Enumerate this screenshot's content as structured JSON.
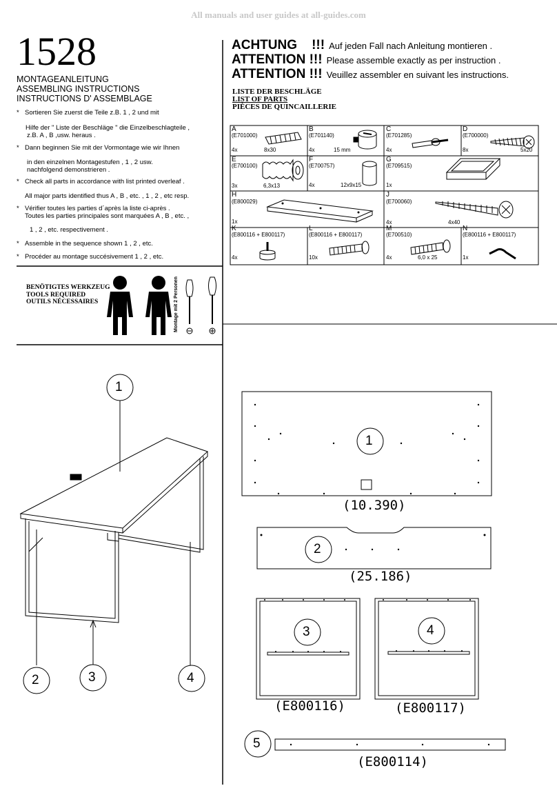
{
  "watermark": "All manuals and user guides at all-guides.com",
  "model": "1528",
  "titles": [
    "MONTAGEANLEITUNG",
    "ASSEMBLING INSTRUCTIONS",
    "INSTRUCTIONS D' ASSEMBLAGE"
  ],
  "instructions": [
    {
      "star": true,
      "text": "Sortieren Sie zuerst die Teile z.B.   1   ,   2   und mit"
    },
    {
      "star": false,
      "text": "Hilfe der \" Liste der Beschläge \" die Einzelbeschlagteile ,"
    },
    {
      "star": false,
      "text": "z.B. A , B ,usw. heraus ."
    },
    {
      "star": true,
      "text": "Dann beginnen Sie mit der Vormontage wie wir Ihnen"
    },
    {
      "star": false,
      "text": "in den einzelnen Montagestufen  ,   1  ,   2   usw."
    },
    {
      "star": false,
      "text": "nachfolgend demonstrieren ."
    },
    {
      "star": true,
      "text": "Check all parts in accordance with list printed overleaf ."
    },
    {
      "star": false,
      "text": "All major parts identified thus A , B , etc. ,  1   ,  2  , etc resp."
    },
    {
      "star": true,
      "text": "Vérifier toutes les parties d´après la liste ci-après ."
    },
    {
      "star": false,
      "text": "Toutes les parties principales sont marquées A , B , etc. ,"
    },
    {
      "star": false,
      "text": "1   ,  2   , etc. respectivement ."
    },
    {
      "star": true,
      "text": "Assemble in the sequence shown   1   ,  2   , etc."
    },
    {
      "star": true,
      "text": "Procéder au montage succésivement  1   ,  2  , etc."
    }
  ],
  "warnings": [
    {
      "word": "ACHTUNG    !!!",
      "text": "Auf jeden Fall nach Anleitung montieren ."
    },
    {
      "word": "ATTENTION !!!",
      "text": "Please assemble exactly as per instruction ."
    },
    {
      "word": "ATTENTION !!!",
      "text": "Veuillez assembler en suivant les instructions."
    }
  ],
  "parts_list_title": [
    "LISTE DER BESCHLÄGE",
    "LIST OF PARTS",
    "PIÈCES DE QUINCAILLERIE"
  ],
  "parts": [
    {
      "letter": "A",
      "code": "(E701000)",
      "qty": "4x",
      "size": "8x30"
    },
    {
      "letter": "B",
      "code": "(E701140)",
      "qty": "4x",
      "size": "15 mm"
    },
    {
      "letter": "C",
      "code": "(E701285)",
      "qty": "4x",
      "size": ""
    },
    {
      "letter": "D",
      "code": "(E700000)",
      "qty": "8x",
      "size": "5x20"
    },
    {
      "letter": "E",
      "code": "(E700100)",
      "qty": "3x",
      "size": "6,3x13"
    },
    {
      "letter": "F",
      "code": "(E700757)",
      "qty": "4x",
      "size": "12x9x15"
    },
    {
      "letter": "G",
      "code": "(E709515)",
      "qty": "1x",
      "size": ""
    },
    {
      "letter": "H",
      "code": "(E800029)",
      "qty": "1x",
      "size": ""
    },
    {
      "letter": "J",
      "code": "(E700060)",
      "qty": "4x",
      "size": "4x40"
    },
    {
      "letter": "K",
      "code": "(E800116 + E800117)",
      "qty": "4x",
      "size": ""
    },
    {
      "letter": "L",
      "code": "(E800116 + E800117)",
      "qty": "10x",
      "size": ""
    },
    {
      "letter": "M",
      "code": "(E700510)",
      "qty": "4x",
      "size": "6,0 x 25"
    },
    {
      "letter": "N",
      "code": "(E800116 + E800117)",
      "qty": "1x",
      "size": ""
    }
  ],
  "tools": {
    "title": [
      "BENÖTIGTES WERKZEUG",
      "TOOLS REQUIRED",
      "OUTILS NÉCESSAIRES"
    ],
    "two_persons": "Montage mit 2 Personen"
  },
  "callouts": {
    "c1": "1",
    "c2": "2",
    "c3": "3",
    "c4": "4",
    "c5": "5"
  },
  "panel_labels": {
    "p1": "(10.390)",
    "p2": "(25.186)",
    "p3": "(E800116)",
    "p4": "(E800117)",
    "p5": "(E800114)"
  }
}
